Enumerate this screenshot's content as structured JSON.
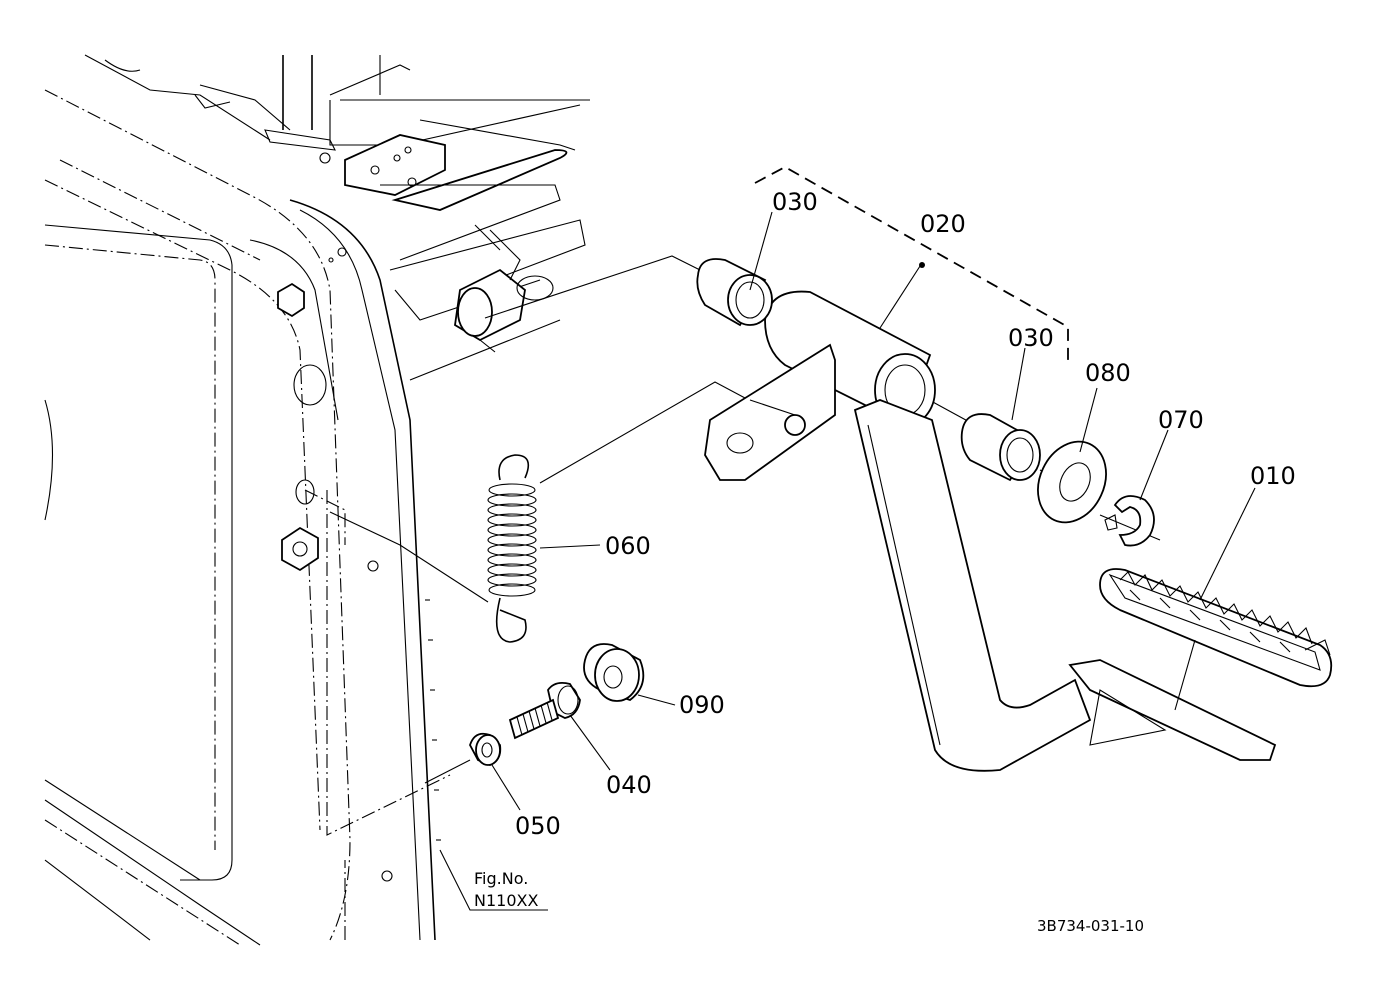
{
  "labels": {
    "p010": "010",
    "p020": "020",
    "p030a": "030",
    "p030b": "030",
    "p040": "040",
    "p050": "050",
    "p060": "060",
    "p070": "070",
    "p080": "080",
    "p090": "090"
  },
  "figure": {
    "fig_no_label": "Fig.No.",
    "fig_no_value": "N110XX"
  },
  "drawing_ref": "3B734-031-10"
}
